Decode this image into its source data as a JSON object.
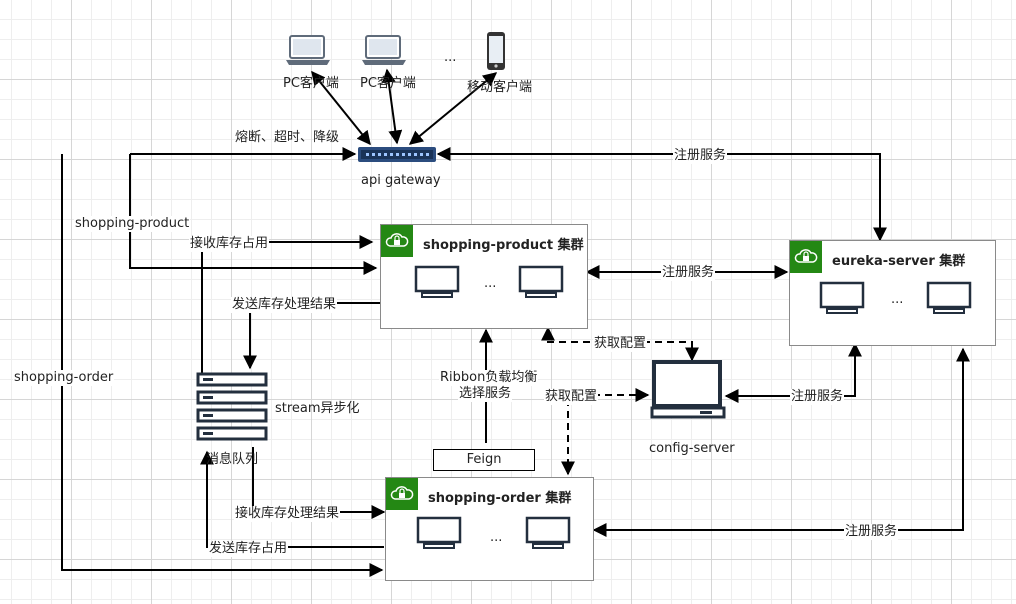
{
  "clients": {
    "pc1": "PC客户端",
    "pc2": "PC客户端",
    "ellipsis": "...",
    "mobile": "移动客户端"
  },
  "gateway": {
    "label": "api gateway",
    "fuse_label": "熔断、超时、降级",
    "register_label": "注册服务"
  },
  "product_cluster": {
    "title": "shopping-product 集群",
    "ellipsis": "...",
    "register_label": "注册服务"
  },
  "eureka_cluster": {
    "title": "eureka-server 集群",
    "ellipsis": "..."
  },
  "order_cluster": {
    "title": "shopping-order 集群",
    "ellipsis": "...",
    "register_label": "注册服务"
  },
  "config_server": {
    "label": "config-server",
    "register_label": "注册服务",
    "fetch_config_1": "获取配置",
    "fetch_config_2": "获取配置"
  },
  "mq": {
    "label": "消息队列",
    "stream_label": "stream异步化",
    "receive_occupy": "接收库存占用",
    "send_result": "发送库存处理结果",
    "receive_result": "接收库存处理结果",
    "send_occupy": "发送库存占用"
  },
  "routes": {
    "product_route": "shopping-product",
    "order_route": "shopping-order"
  },
  "ribbon": {
    "line1": "Ribbon负载均衡",
    "line2": "选择服务",
    "feign": "Feign"
  },
  "colors": {
    "cluster_badge": "#248814",
    "icon_dark": "#232f3e",
    "line": "#000000"
  }
}
